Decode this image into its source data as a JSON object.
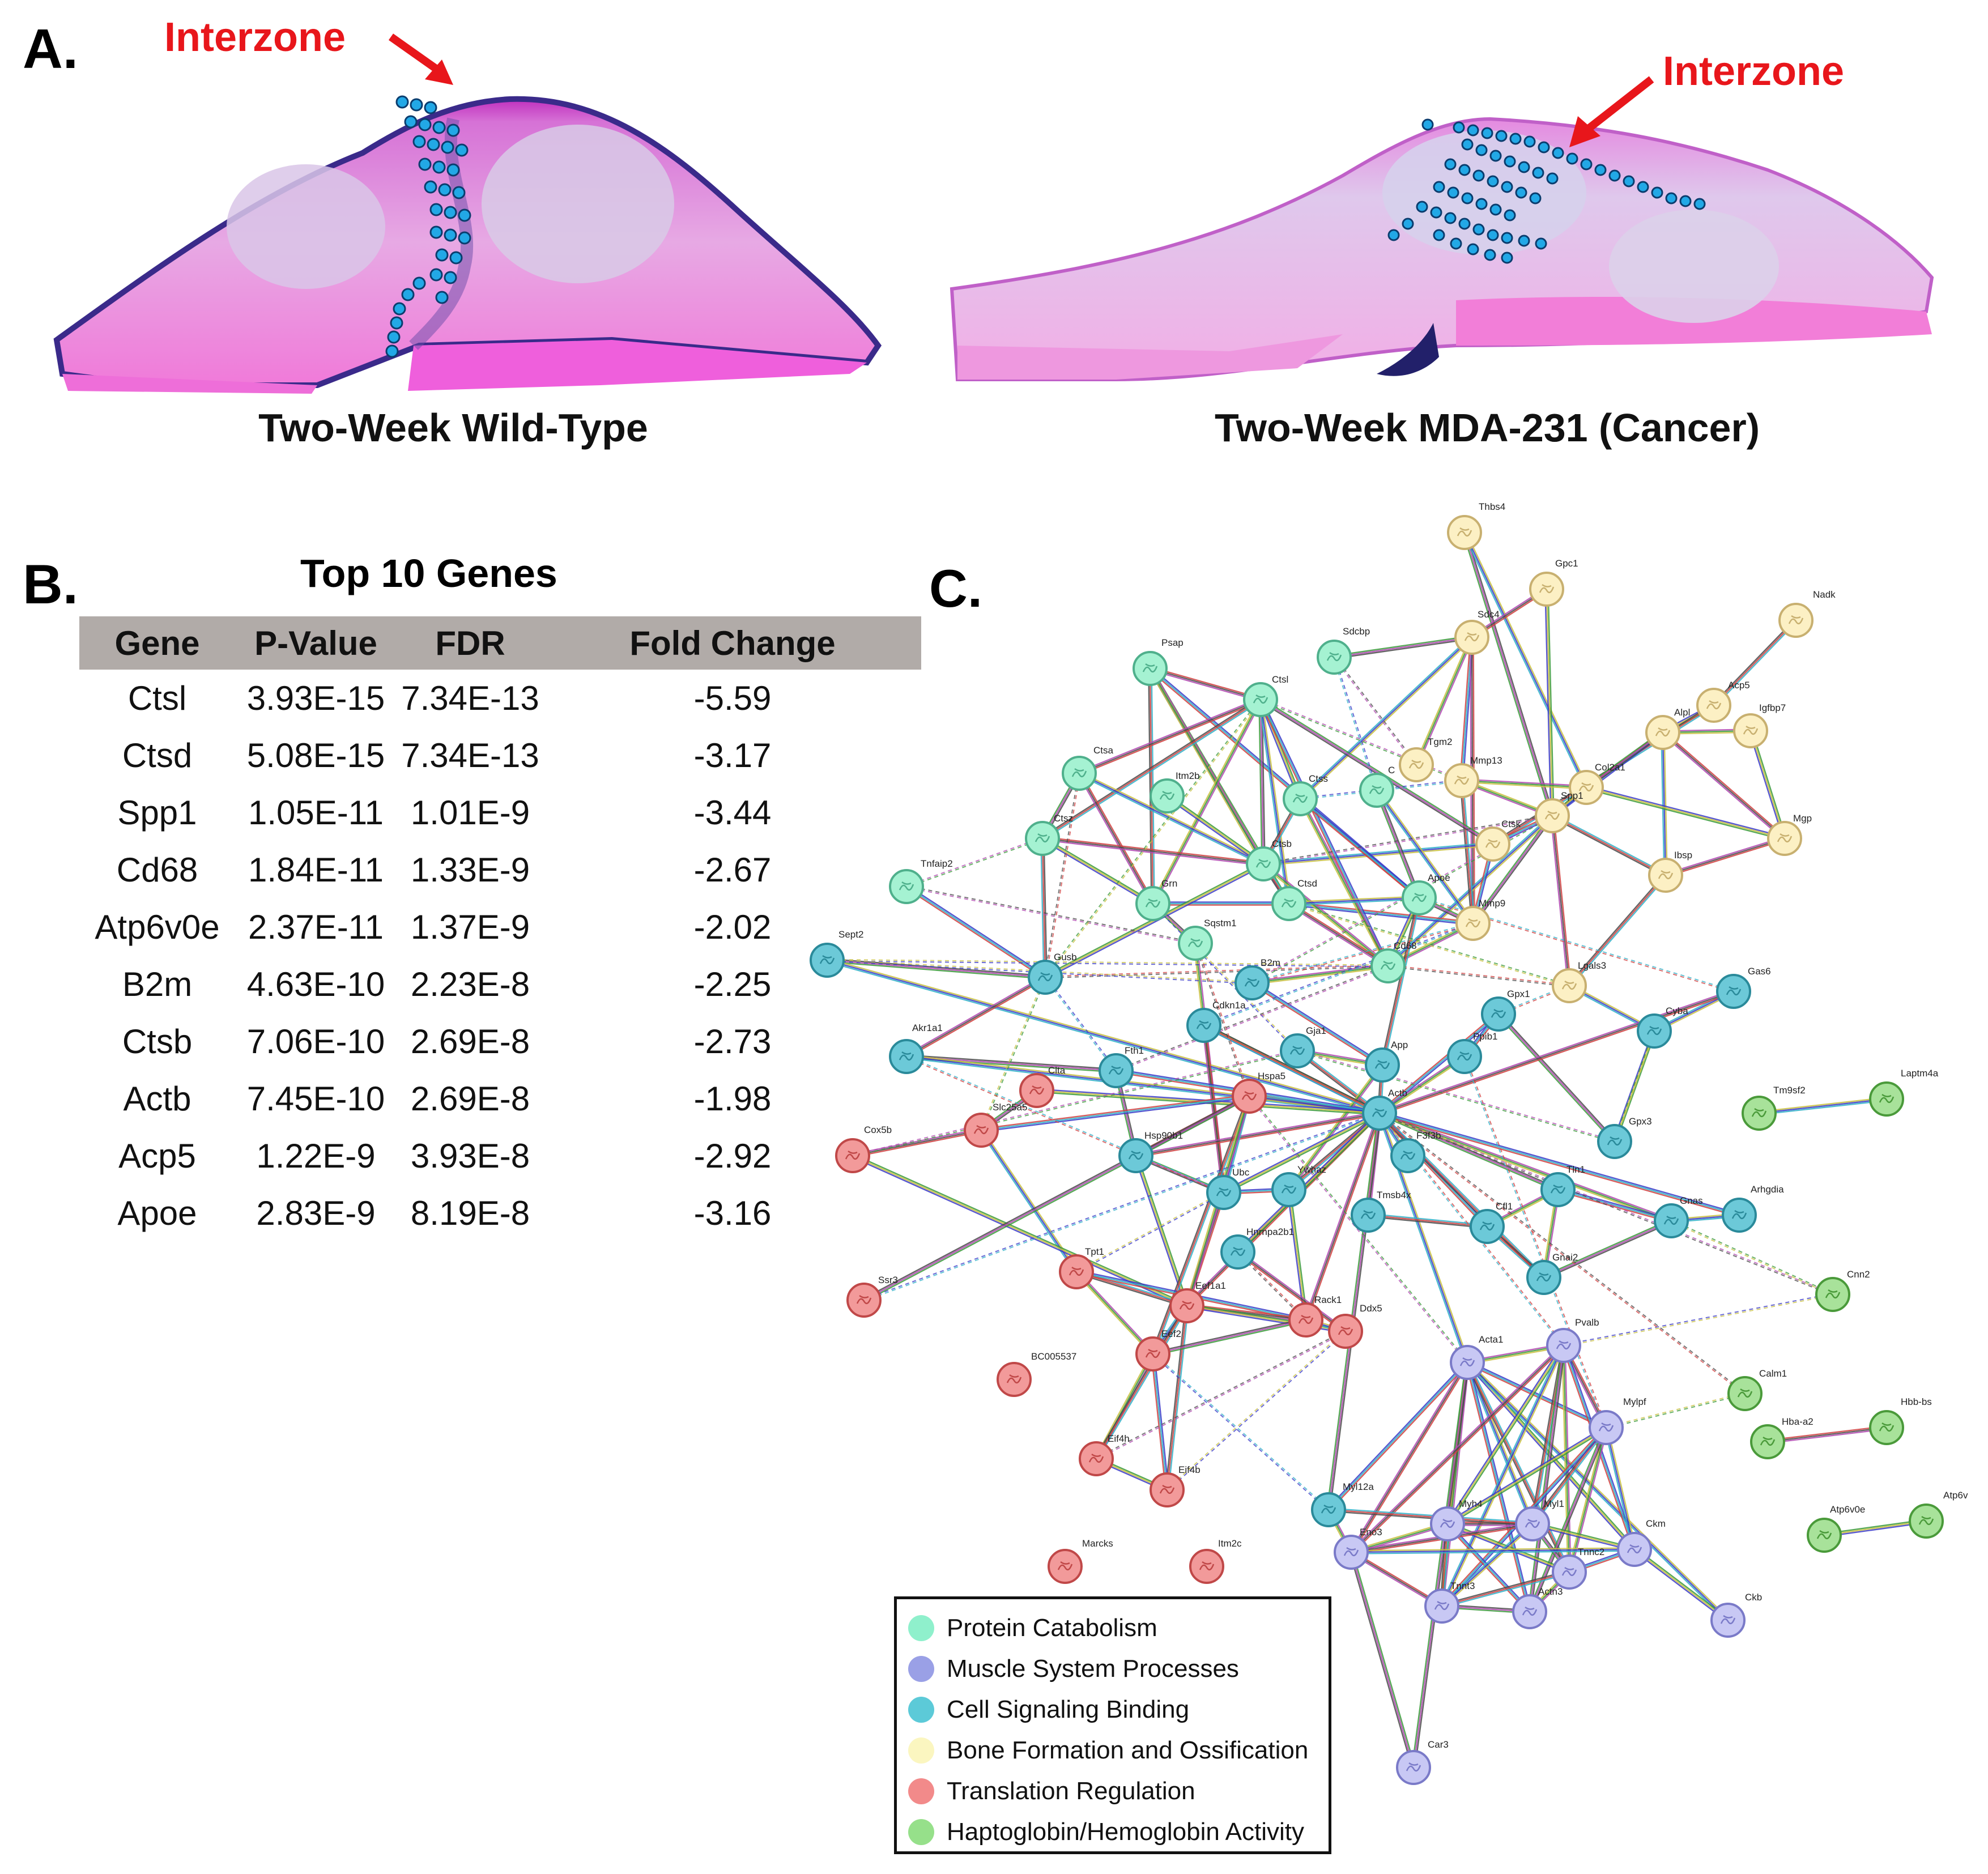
{
  "panel_a": {
    "letter": "A.",
    "left_label": "Interzone",
    "right_label": "Interzone",
    "left_caption": "Two-Week Wild-Type",
    "right_caption": "Two-Week MDA-231 (Cancer)"
  },
  "panel_b": {
    "letter": "B.",
    "title": "Top 10 Genes",
    "headers": [
      "Gene",
      "P-Value",
      "FDR",
      "Fold Change"
    ],
    "rows": [
      [
        "Ctsl",
        "3.93E-15",
        "7.34E-13",
        "-5.59"
      ],
      [
        "Ctsd",
        "5.08E-15",
        "7.34E-13",
        "-3.17"
      ],
      [
        "Spp1",
        "1.05E-11",
        "1.01E-9",
        "-3.44"
      ],
      [
        "Cd68",
        "1.84E-11",
        "1.33E-9",
        "-2.67"
      ],
      [
        "Atp6v0e",
        "2.37E-11",
        "1.37E-9",
        "-2.02"
      ],
      [
        "B2m",
        "4.63E-10",
        "2.23E-8",
        "-2.25"
      ],
      [
        "Ctsb",
        "7.06E-10",
        "2.69E-8",
        "-2.73"
      ],
      [
        "Actb",
        "7.45E-10",
        "2.69E-8",
        "-1.98"
      ],
      [
        "Acp5",
        "1.22E-9",
        "3.93E-8",
        "-2.92"
      ],
      [
        "Apoe",
        "2.83E-9",
        "8.19E-8",
        "-3.16"
      ]
    ]
  },
  "panel_c": {
    "letter": "C.",
    "legend": [
      {
        "label": "Protein Catabolism",
        "color": "#8ff0cc"
      },
      {
        "label": "Muscle System Processes",
        "color": "#9aa0e6"
      },
      {
        "label": "Cell Signaling Binding",
        "color": "#5ccad8"
      },
      {
        "label": "Bone Formation and Ossification",
        "color": "#fbf6c0"
      },
      {
        "label": "Translation Regulation",
        "color": "#f28a8a"
      },
      {
        "label": "Haptoglobin/Hemoglobin Activity",
        "color": "#96e08a"
      }
    ],
    "clusters": {
      "green": {
        "fill": "#a5f2d2",
        "stroke": "#4fb08c"
      },
      "purple": {
        "fill": "#c8c8f4",
        "stroke": "#7a7ac8"
      },
      "cyan": {
        "fill": "#6cc9d8",
        "stroke": "#2a8a9a"
      },
      "yellow": {
        "fill": "#fcf0c4",
        "stroke": "#c8b070"
      },
      "red": {
        "fill": "#f29a9a",
        "stroke": "#c04848"
      },
      "lime": {
        "fill": "#a8e29a",
        "stroke": "#4a9a3a"
      }
    },
    "nodes": [
      {
        "id": "Thbs4",
        "c": "yellow"
      },
      {
        "id": "Gpc1",
        "c": "yellow"
      },
      {
        "id": "Nadk",
        "c": "yellow"
      },
      {
        "id": "Sdc4",
        "c": "yellow"
      },
      {
        "id": "Acp5",
        "c": "yellow"
      },
      {
        "id": "Alpl",
        "c": "yellow"
      },
      {
        "id": "Igfbp7",
        "c": "yellow"
      },
      {
        "id": "Tgm2",
        "c": "yellow"
      },
      {
        "id": "Mmp13",
        "c": "yellow"
      },
      {
        "id": "Col2a1",
        "c": "yellow"
      },
      {
        "id": "Spp1",
        "c": "yellow"
      },
      {
        "id": "Ctsk",
        "c": "yellow"
      },
      {
        "id": "Mgp",
        "c": "yellow"
      },
      {
        "id": "Ibsp",
        "c": "yellow"
      },
      {
        "id": "Mmp9",
        "c": "yellow"
      },
      {
        "id": "Lgals3",
        "c": "yellow"
      },
      {
        "id": "Psap",
        "c": "green"
      },
      {
        "id": "Sdcbp",
        "c": "green"
      },
      {
        "id": "Ctsl",
        "c": "green"
      },
      {
        "id": "Ctsa",
        "c": "green"
      },
      {
        "id": "Itm2b",
        "c": "green"
      },
      {
        "id": "Ctss",
        "c": "green"
      },
      {
        "id": "C",
        "c": "green"
      },
      {
        "id": "Ctsz",
        "c": "green"
      },
      {
        "id": "Ctsb",
        "c": "green"
      },
      {
        "id": "Grn",
        "c": "green"
      },
      {
        "id": "Ctsd",
        "c": "green"
      },
      {
        "id": "Apoe",
        "c": "green"
      },
      {
        "id": "Tnfaip2",
        "c": "green"
      },
      {
        "id": "Sqstm1",
        "c": "green"
      },
      {
        "id": "Cd68",
        "c": "green"
      },
      {
        "id": "Sept2",
        "c": "cyan"
      },
      {
        "id": "Gusb",
        "c": "cyan"
      },
      {
        "id": "B2m",
        "c": "cyan"
      },
      {
        "id": "Akr1a1",
        "c": "cyan"
      },
      {
        "id": "Cdkn1a",
        "c": "cyan"
      },
      {
        "id": "Gja1",
        "c": "cyan"
      },
      {
        "id": "Gpx1",
        "c": "cyan"
      },
      {
        "id": "Gas6",
        "c": "cyan"
      },
      {
        "id": "Cyba",
        "c": "cyan"
      },
      {
        "id": "App",
        "c": "cyan"
      },
      {
        "id": "Fth1",
        "c": "cyan"
      },
      {
        "id": "Actb",
        "c": "cyan"
      },
      {
        "id": "F3f3b",
        "c": "cyan"
      },
      {
        "id": "Hsp90b1",
        "c": "cyan"
      },
      {
        "id": "Gpx3",
        "c": "cyan"
      },
      {
        "id": "Ubc",
        "c": "cyan"
      },
      {
        "id": "Ywhaz",
        "c": "cyan"
      },
      {
        "id": "Tmsb4x",
        "c": "cyan"
      },
      {
        "id": "Cfl1",
        "c": "cyan"
      },
      {
        "id": "Tln1",
        "c": "cyan"
      },
      {
        "id": "Gnas",
        "c": "cyan"
      },
      {
        "id": "Arhgdia",
        "c": "cyan"
      },
      {
        "id": "Hnrnpa2b1",
        "c": "cyan"
      },
      {
        "id": "Gnai2",
        "c": "cyan"
      },
      {
        "id": "Myl12a",
        "c": "cyan"
      },
      {
        "id": "Ppib1",
        "c": "cyan"
      },
      {
        "id": "Clta",
        "c": "red"
      },
      {
        "id": "Hspa5",
        "c": "red"
      },
      {
        "id": "Slc25a5",
        "c": "red"
      },
      {
        "id": "Cox5b",
        "c": "red"
      },
      {
        "id": "Tpt1",
        "c": "red"
      },
      {
        "id": "Ssr3",
        "c": "red"
      },
      {
        "id": "Eef1a1",
        "c": "red"
      },
      {
        "id": "Rack1",
        "c": "red"
      },
      {
        "id": "Ddx5",
        "c": "red"
      },
      {
        "id": "Eef2",
        "c": "red"
      },
      {
        "id": "BC005537",
        "c": "red"
      },
      {
        "id": "Eif4h",
        "c": "red"
      },
      {
        "id": "Eif4b",
        "c": "red"
      },
      {
        "id": "Marcks",
        "c": "red"
      },
      {
        "id": "Itm2c",
        "c": "red"
      },
      {
        "id": "Acta1",
        "c": "purple"
      },
      {
        "id": "Pvalb",
        "c": "purple"
      },
      {
        "id": "Mylpf",
        "c": "purple"
      },
      {
        "id": "Myh4",
        "c": "purple"
      },
      {
        "id": "Myl1",
        "c": "purple"
      },
      {
        "id": "Eno3",
        "c": "purple"
      },
      {
        "id": "Ckm",
        "c": "purple"
      },
      {
        "id": "Tnnc2",
        "c": "purple"
      },
      {
        "id": "Tnnt3",
        "c": "purple"
      },
      {
        "id": "Actn3",
        "c": "purple"
      },
      {
        "id": "Ckb",
        "c": "purple"
      },
      {
        "id": "Car3",
        "c": "purple"
      },
      {
        "id": "Tm9sf2",
        "c": "lime"
      },
      {
        "id": "Laptm4a",
        "c": "lime"
      },
      {
        "id": "Cnn2",
        "c": "lime"
      },
      {
        "id": "Calm1",
        "c": "lime"
      },
      {
        "id": "Hba-a2",
        "c": "lime"
      },
      {
        "id": "Hbb-bs",
        "c": "lime"
      },
      {
        "id": "Atp6v0e",
        "c": "lime"
      },
      {
        "id": "Atp6v",
        "c": "lime"
      }
    ]
  }
}
